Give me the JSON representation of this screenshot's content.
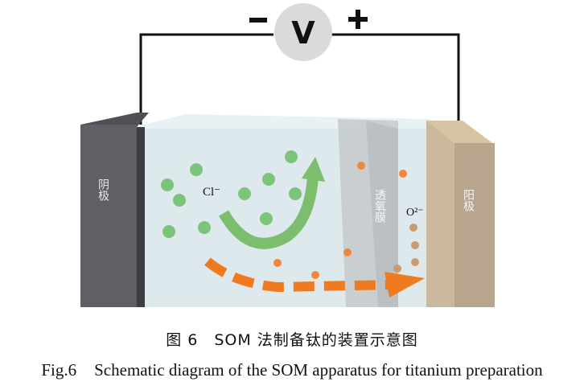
{
  "figure": {
    "voltmeter": {
      "symbol": "V",
      "negative": "−",
      "positive": "+"
    },
    "cathode_label": "阴极",
    "anode_label": "阳极",
    "membrane_label": "透氧膜",
    "ion_cl": "Cl⁻",
    "ion_o": "O²⁻",
    "colors": {
      "cathode": "#5f6066",
      "anode": "#b7a58e",
      "electrolyte": "#dde9ec",
      "membrane": "#c5c9cc",
      "cl_ion": "#7cc47a",
      "o_ion": "#f0883a",
      "arrow_orange": "#f07a20",
      "arrow_green": "#7dbd6e",
      "voltmeter": "#dadada"
    }
  },
  "caption": {
    "cn_label": "图 6",
    "cn_text": "SOM 法制备钛的装置示意图",
    "en_label": "Fig.6",
    "en_text": "Schematic diagram of the SOM apparatus for titanium preparation"
  }
}
